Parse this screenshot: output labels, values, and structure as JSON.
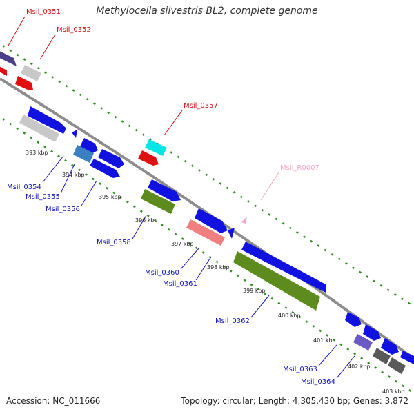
{
  "title": "Methylocella silvestris BL2, complete genome",
  "footer": {
    "accession": "Accession: NC_011666",
    "topology": "Topology: circular; Length: 4,305,430 bp; Genes: 3,872"
  },
  "colors": {
    "backbone": "#8c8c8c",
    "ticks": "#2e8b1e",
    "label_top": "#cc1111",
    "label_bottom": "#1414b8",
    "label_rna": "#f2a6c8"
  },
  "scale_labels": [
    "393 kbp",
    "394 kbp",
    "395 kbp",
    "396 kbp",
    "397 kbp",
    "398 kbp",
    "399 kbp",
    "400 kbp",
    "401 kbp",
    "402 kbp",
    "403 kbp"
  ],
  "gene_labels_top": [
    "Msil_0351",
    "Msil_0352",
    "Msil_0357"
  ],
  "gene_labels_bottom": [
    "Msil_0354",
    "Msil_0355",
    "Msil_0356",
    "Msil_0358",
    "Msil_0360",
    "Msil_0361",
    "Msil_0362",
    "Msil_0363",
    "Msil_0364"
  ],
  "rna_label": "Msil_R0007"
}
